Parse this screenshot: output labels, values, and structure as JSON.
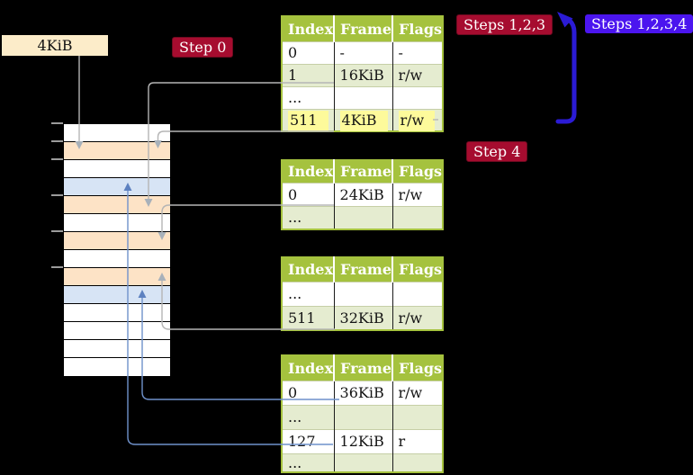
{
  "badges": {
    "step0": "Step 0",
    "steps123": "Steps 1,2,3",
    "steps1234": "Steps 1,2,3,4",
    "step4": "Step 4"
  },
  "memory": {
    "frame_size_label": "4KiB",
    "rows": [
      "white",
      "peach",
      "white",
      "blue",
      "peach",
      "white",
      "peach",
      "white",
      "peach",
      "blue",
      "white",
      "white",
      "white",
      "white"
    ],
    "tick_count": 6
  },
  "tables": {
    "headers": [
      "Index",
      "Frame",
      "Flags"
    ],
    "t1": {
      "rows": [
        {
          "cells": [
            "0",
            "-",
            "-"
          ]
        },
        {
          "cells": [
            "1",
            "16KiB",
            "r/w"
          ]
        },
        {
          "cells": [
            "...",
            "",
            ""
          ]
        },
        {
          "cells": [
            "511",
            "4KiB",
            "r/w"
          ],
          "highlight": true
        }
      ]
    },
    "t2": {
      "rows": [
        {
          "cells": [
            "0",
            "24KiB",
            "r/w"
          ]
        },
        {
          "cells": [
            "...",
            "",
            ""
          ]
        }
      ]
    },
    "t3": {
      "rows": [
        {
          "cells": [
            "...",
            "",
            ""
          ]
        },
        {
          "cells": [
            "511",
            "32KiB",
            "r/w"
          ]
        }
      ]
    },
    "t4": {
      "rows": [
        {
          "cells": [
            "0",
            "36KiB",
            "r/w"
          ]
        },
        {
          "cells": [
            "...",
            "",
            ""
          ]
        },
        {
          "cells": [
            "127",
            "12KiB",
            "r"
          ]
        },
        {
          "cells": [
            "...",
            "",
            ""
          ]
        }
      ]
    }
  },
  "colors": {
    "table_green": "#a5c23e",
    "row_shade": "#e5ecd0",
    "highlight": "#fdfa9b",
    "badge_red": "#a60c2f",
    "badge_blue": "#4b15ef",
    "arrow_blue": "#2b1bd5",
    "connector_gray": "#b5b5b5",
    "connector_gray_head": "#a8b1ba",
    "connector_blue": "#6f91cb",
    "connector_blue_head": "#5d81c0",
    "mem_peach": "#fde3c6",
    "mem_blue": "#d7e4f5",
    "mem_label_bg": "#fcecc9"
  }
}
